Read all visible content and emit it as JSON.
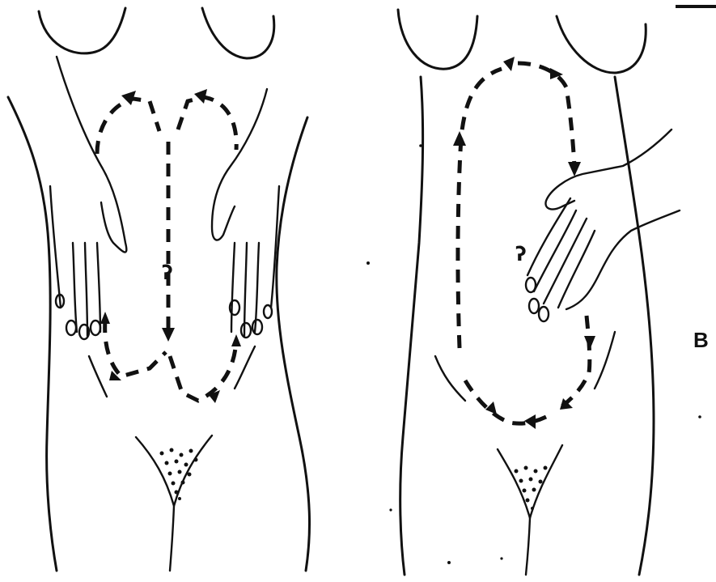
{
  "panel_label": "B",
  "figures": {
    "left": {
      "mark": "ʔ"
    },
    "right": {
      "mark": "ʔ"
    }
  }
}
